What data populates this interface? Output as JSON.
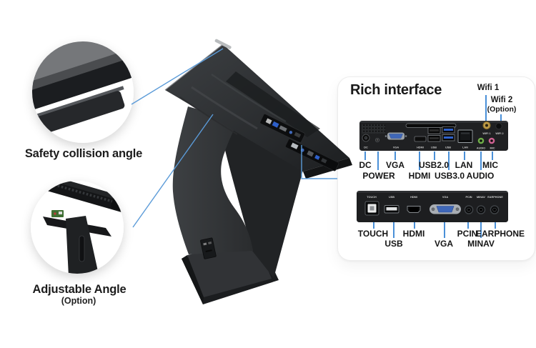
{
  "callouts": {
    "safety_collision": {
      "label": "Safety collision angle"
    },
    "adjustable_angle": {
      "label": "Adjustable Angle",
      "sublabel": "(Option)"
    }
  },
  "rich_interface": {
    "title": "Rich interface",
    "wifi1_label": "Wifi 1",
    "wifi2_label": "Wifi 2",
    "wifi2_sublabel": "(Option)",
    "rear_panel": {
      "device_labels": [
        "DC",
        "VGA",
        "HDMI",
        "USB",
        "USB",
        "LAN",
        "AUDIO",
        "MIC",
        "WIFI 1",
        "WIFI 2"
      ],
      "callout_labels_row1": [
        "DC",
        "VGA",
        "USB2.0",
        "LAN",
        "MIC"
      ],
      "callout_labels_row2": [
        "POWER",
        "HDMI",
        "USB3.0",
        "AUDIO"
      ]
    },
    "side_panel": {
      "device_labels": [
        "TOUCH",
        "USB",
        "HDMI",
        "VGA",
        "PCIN",
        "MINAV",
        "EARPHONE"
      ],
      "callout_labels_row1": [
        "TOUCH",
        "HDMI",
        "PCIN",
        "EARPHONE"
      ],
      "callout_labels_row2": [
        "USB",
        "VGA",
        "MINAV"
      ]
    }
  },
  "colors": {
    "leader_line": "#4a90d8",
    "panel_background": "#1e1f21",
    "vga_blue": "#3f67b8",
    "usb3_blue": "#2f62cc",
    "audio_green": "#6fae49",
    "mic_pink": "#cf6292",
    "antenna_gold": "#bd9a45"
  }
}
